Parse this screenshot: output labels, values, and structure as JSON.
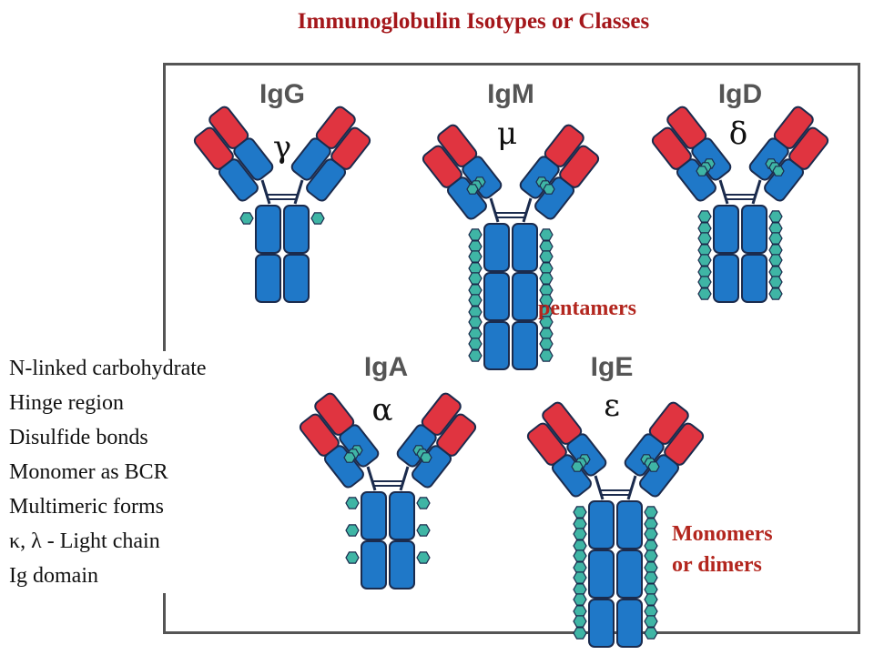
{
  "title": "Immunoglobulin Isotypes or Classes",
  "antibodies": [
    {
      "name": "IgG",
      "greek": "γ",
      "heavy_constant_domains": 2,
      "carbohydrate": "light"
    },
    {
      "name": "IgM",
      "greek": "μ",
      "heavy_constant_domains": 3,
      "carbohydrate": "heavy"
    },
    {
      "name": "IgD",
      "greek": "δ",
      "heavy_constant_domains": 2,
      "carbohydrate": "heavy"
    },
    {
      "name": "IgA",
      "greek": "α",
      "heavy_constant_domains": 2,
      "carbohydrate": "medium"
    },
    {
      "name": "IgE",
      "greek": "ε",
      "heavy_constant_domains": 3,
      "carbohydrate": "heavy"
    }
  ],
  "legend": [
    "N-linked carbohydrate",
    "Hinge region",
    "Disulfide bonds",
    "Monomer as BCR",
    "Multimeric forms",
    "κ,  λ - Light chain",
    "Ig domain"
  ],
  "notes": {
    "pentamers": "pentamers",
    "monomers_line1": "Monomers",
    "monomers_line2": "or dimers"
  },
  "colors": {
    "title": "#a4161a",
    "variable_domain": "#e03440",
    "constant_domain": "#1f78c8",
    "carbohydrate": "#3fb5a5",
    "outline": "#1b2b4d",
    "labels": "#555555",
    "notes": "#b3261e"
  }
}
